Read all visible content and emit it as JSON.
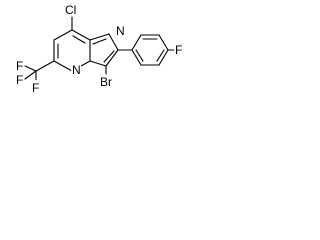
{
  "molecule": {
    "atoms": {
      "cl": "Cl",
      "n_ring": "N",
      "n_bridge": "N",
      "br": "Br",
      "f_aryl": "F",
      "f1": "F",
      "f2": "F",
      "f3": "F"
    }
  }
}
